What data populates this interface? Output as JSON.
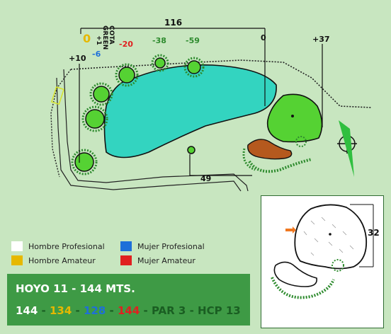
{
  "hole": {
    "title": "HOYO 11 - 144 MTS.",
    "distances": [
      {
        "value": "144",
        "color": "#ffffff"
      },
      {
        "value": "134",
        "color": "#e6b800"
      },
      {
        "value": "128",
        "color": "#1e6fd9"
      },
      {
        "value": "144",
        "color": "#e02020"
      }
    ],
    "separator": " - ",
    "par": "PAR 3",
    "hcp": "HCP 13",
    "par_color": "#1a5e22"
  },
  "legend": [
    {
      "label": "Hombre Profesional",
      "color": "#ffffff"
    },
    {
      "label": "Hombre Amateur",
      "color": "#e6b800"
    },
    {
      "label": "Mujer Profesional",
      "color": "#1e6fd9"
    },
    {
      "label": "Mujer Amateur",
      "color": "#e02020"
    }
  ],
  "map_labels": {
    "total": "116",
    "zero": "0",
    "plus37": "+37",
    "plus10": "+10",
    "amateur_zero": "0",
    "minus6": "-6",
    "plus1": "+1",
    "green_text": "GREEN",
    "cota_text": "COTA",
    "minus20": "-20",
    "minus38": "-38",
    "minus59": "-59",
    "d49": "49",
    "d32": "32"
  },
  "colors": {
    "water": "#33d4c0",
    "green": "#55d233",
    "bunker": "#b5591e",
    "fairway_bg": "#c8e6c0",
    "label_green": "#2e8b2e",
    "label_red": "#e02020",
    "label_blue": "#1e6fd9",
    "label_orange": "#e6b800"
  }
}
